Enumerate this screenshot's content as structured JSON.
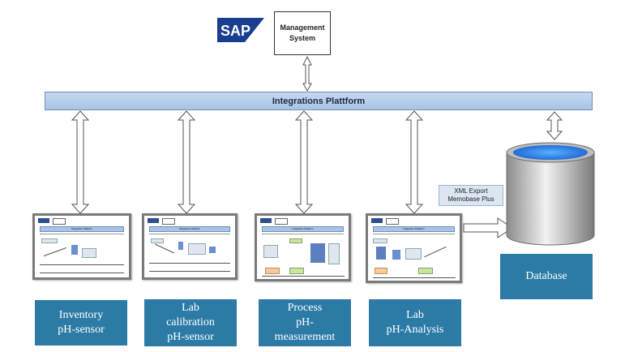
{
  "sap_logo": {
    "text": "SAP"
  },
  "management_system": {
    "line1": "Management",
    "line2": "System"
  },
  "integration_platform": {
    "title": "Integrations Plattform"
  },
  "xml_export": {
    "line1": "XML Export",
    "line2": "Memobase Plus"
  },
  "database": {
    "label": "Database"
  },
  "thumbnails": [
    {
      "title": "Integration Platform"
    },
    {
      "title": "Integration Platform"
    },
    {
      "title": "Integration Platform"
    },
    {
      "title": "Integration Platform"
    }
  ],
  "modules": [
    {
      "lines": [
        "Inventory",
        "pH-sensor"
      ]
    },
    {
      "lines": [
        "Lab",
        "calibration",
        "pH-sensor"
      ]
    },
    {
      "lines": [
        "Process",
        "pH-",
        "measurement"
      ]
    },
    {
      "lines": [
        "Lab",
        "pH-Analysis"
      ]
    }
  ],
  "colors": {
    "label_fill": "#2c7ba6",
    "platform_fill": "#a9c3e6",
    "cylinder_top": "#2f7fe0",
    "sap_blue": "#1a3e8f"
  }
}
